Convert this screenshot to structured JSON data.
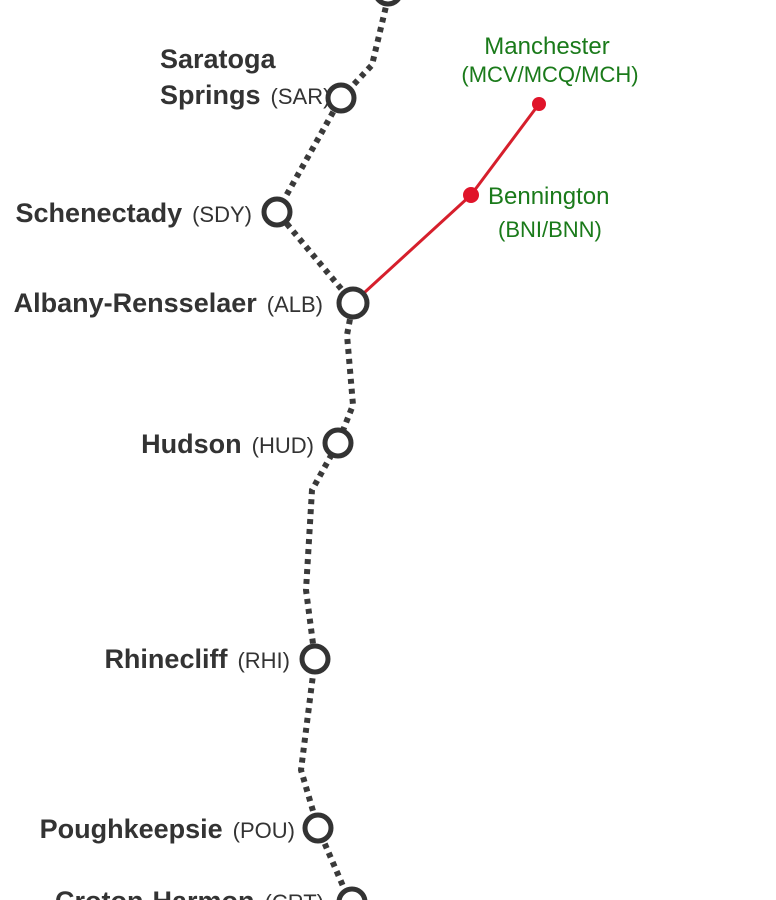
{
  "colors": {
    "main_line": "#3a3a3a",
    "branch_line": "#d61f2c",
    "branch_text": "#1a7a1a",
    "station_text": "#333333"
  },
  "stations": [
    {
      "id": "saratoga",
      "name_line1": "Saratoga",
      "name_line2": "Springs",
      "code": "(SAR)"
    },
    {
      "id": "schenectady",
      "name": "Schenectady",
      "code": "(SDY)"
    },
    {
      "id": "albany",
      "name": "Albany-Rensselaer",
      "code": "(ALB)"
    },
    {
      "id": "hudson",
      "name": "Hudson",
      "code": "(HUD)"
    },
    {
      "id": "rhinecliff",
      "name": "Rhinecliff",
      "code": "(RHI)"
    },
    {
      "id": "poughkeepsie",
      "name": "Poughkeepsie",
      "code": "(POU)"
    },
    {
      "id": "croton",
      "name": "Croton-Harmon",
      "code": "(CRT)"
    }
  ],
  "branch_stops": [
    {
      "id": "manchester",
      "name": "Manchester",
      "code": "(MCV/MCQ/MCH)"
    },
    {
      "id": "bennington",
      "name": "Bennington",
      "code": "(BNI/BNN)"
    }
  ]
}
